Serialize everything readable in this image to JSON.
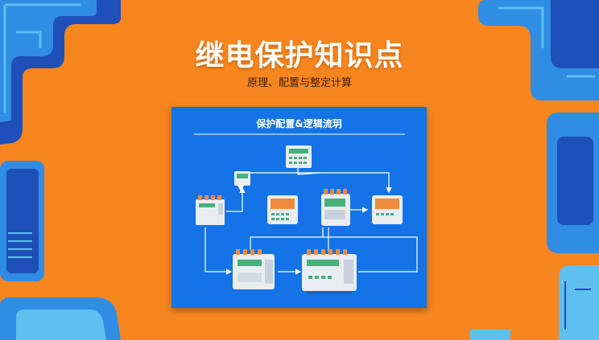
{
  "slide": {
    "title": "继电保护知识点",
    "subtitle": "原理、配置与整定计算",
    "panel_title": "保护配置&逻辑流玥"
  },
  "colors": {
    "background": "#f7861e",
    "panel": "#1473e6",
    "frame_dark": "#1f4fb8",
    "frame_mid": "#2f8de4",
    "frame_light": "#5fc0f0",
    "device_body": "#e9edf2",
    "device_accent": "#f08a3c",
    "device_green": "#46b07a"
  },
  "icons": [
    "relay-device-icon",
    "meter-icon",
    "flow-arrow-icon"
  ]
}
